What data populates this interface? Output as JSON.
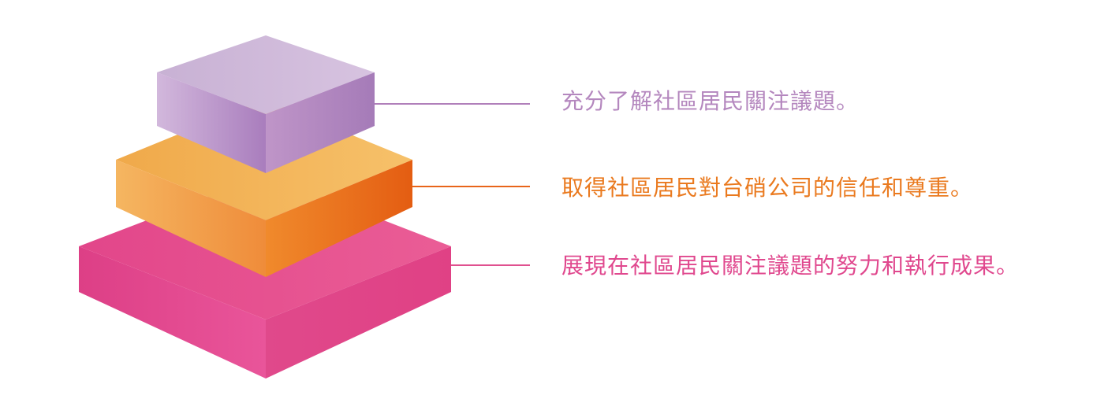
{
  "layers": [
    {
      "key": "top",
      "text": "充分了解社區居民關注議題。",
      "colors": {
        "text": "#b487be",
        "line": "#b07fba",
        "top_face": [
          "#c8b1d4",
          "#d7c3e0"
        ],
        "left_face": [
          "#d2b8dc",
          "#a97dbd"
        ],
        "right_face": [
          "#bf95c8",
          "#a57bb8"
        ]
      }
    },
    {
      "key": "middle",
      "text": "取得社區居民對台硝公司的信任和尊重。",
      "colors": {
        "text": "#ea7a1f",
        "line": "#e8651a",
        "top_face": [
          "#f0a94a",
          "#f6c16a"
        ],
        "left_face": [
          "#f5b661",
          "#ef8c3a"
        ],
        "right_face": [
          "#f08a2c",
          "#e45d12"
        ]
      }
    },
    {
      "key": "bottom",
      "text": "展現在社區居民關注議題的努力和執行成果。",
      "colors": {
        "text": "#e0488e",
        "line": "#e0508f",
        "top_face": [
          "#e2468a",
          "#ea5d96"
        ],
        "left_face": [
          "#dd3f86",
          "#e9559a"
        ],
        "right_face": [
          "#e0498b",
          "#e04185"
        ]
      }
    }
  ]
}
